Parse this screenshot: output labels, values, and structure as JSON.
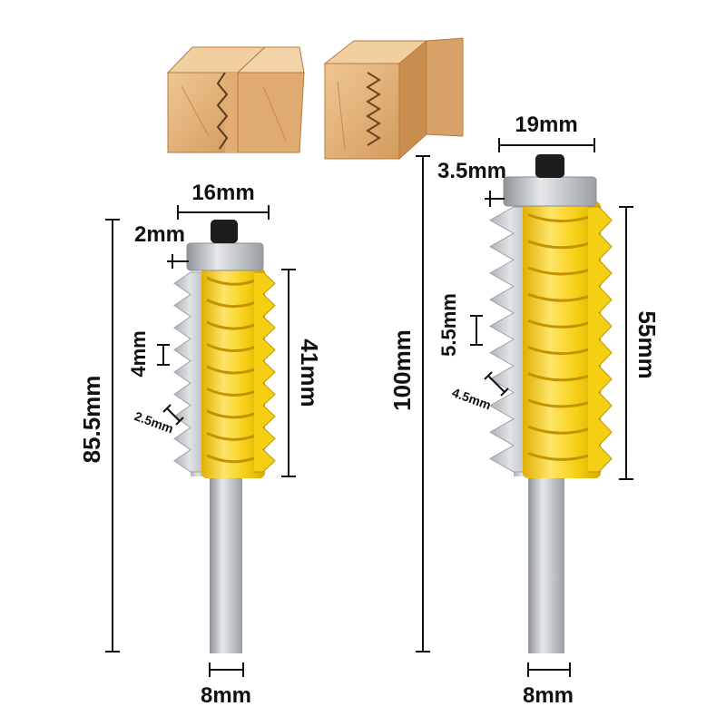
{
  "colors": {
    "background": "#ffffff",
    "wood_light": "#e8b982",
    "wood_mid": "#d39a5c",
    "wood_dark": "#b77a3e",
    "body_yellow": "#f5cf12",
    "body_yellow_dark": "#d9a800",
    "body_yellow_light": "#ffe46a",
    "blade_steel": "#c9ccd0",
    "shank_steel": "#b9bcc0",
    "bearing_steel": "#d8dadc",
    "line": "#111111"
  },
  "illustrations": {
    "left_block": "joined-wood-block-with-zigzag-seam",
    "right_block": "wood-block-with-finger-tongue-joint"
  },
  "left_bit": {
    "name": "router-bit-small",
    "labels": {
      "bearing_width": "16mm",
      "bearing_height": "2mm",
      "tooth_pitch": "4mm",
      "tooth_depth": "2.5mm",
      "cut_length": "41mm",
      "overall_length": "85.5mm",
      "shank_diameter": "8mm"
    }
  },
  "right_bit": {
    "name": "router-bit-large",
    "labels": {
      "bearing_width": "19mm",
      "bearing_height": "3.5mm",
      "tooth_pitch": "5.5mm",
      "tooth_depth": "4.5mm",
      "cut_length": "55mm",
      "overall_length": "100mm",
      "shank_diameter": "8mm"
    }
  }
}
